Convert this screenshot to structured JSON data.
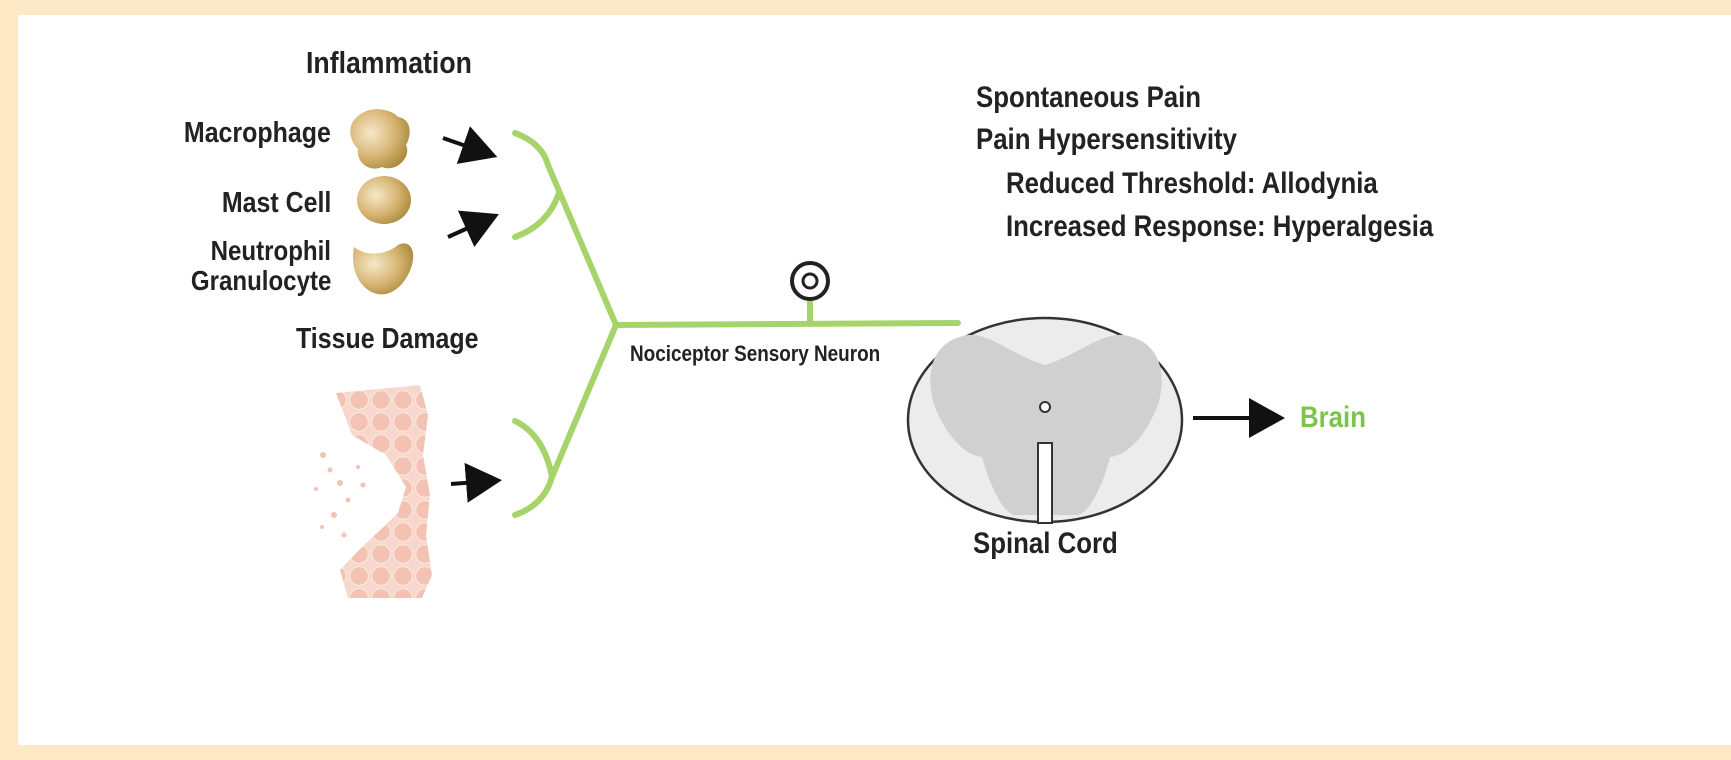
{
  "diagram": {
    "inflammation_label": "Inflammation",
    "macrophage_label": "Macrophage",
    "mast_cell_label": "Mast Cell",
    "neutrophil_label_line1": "Neutrophil",
    "neutrophil_label_line2": "Granulocyte",
    "tissue_damage_label": "Tissue Damage",
    "neuron_label": "Nociceptor Sensory Neuron",
    "spinal_cord_label": "Spinal Cord",
    "brain_label": "Brain",
    "outcomes": {
      "spontaneous_pain": "Spontaneous Pain",
      "pain_hypersensitivity": "Pain Hypersensitivity",
      "reduced_threshold": "Reduced Threshold: Allodynia",
      "increased_response": "Increased Response: Hyperalgesia"
    },
    "colors": {
      "page_background": "#fde8c6",
      "neuron": "#a6d46b",
      "brain_text": "#7cc44a",
      "cell_fill": "#c9a15a",
      "tissue": "#f3c6b8",
      "gray_matter": "#d0d0d0",
      "white_matter": "#ececec"
    }
  }
}
